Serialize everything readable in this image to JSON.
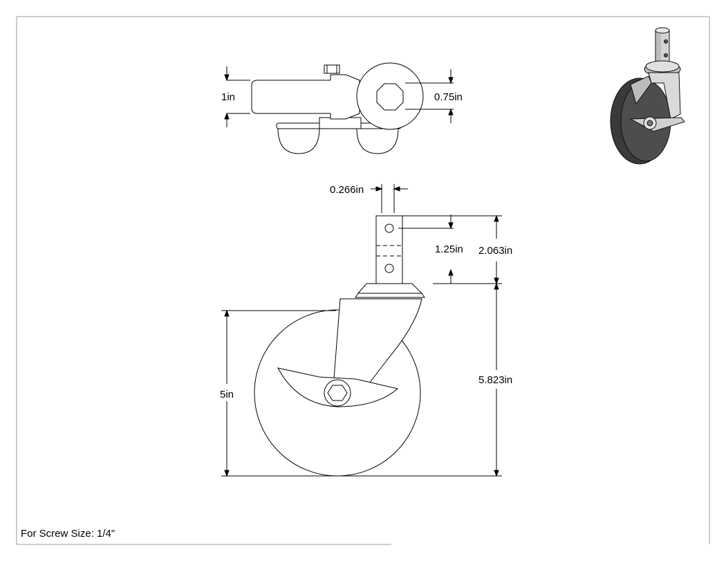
{
  "drawing": {
    "top_view": {
      "width_label": "1in",
      "hole_label": "0.75in"
    },
    "front_view": {
      "stem_width_label": "0.266in",
      "hole_spacing_label": "1.25in",
      "stem_height_label": "2.063in",
      "wheel_diameter_label": "5in",
      "overall_height_label": "5.823in"
    },
    "footer": {
      "screw_note": "For Screw Size: 1/4\""
    }
  },
  "colors": {
    "line": "#000000",
    "frame": "#9a9a9a",
    "wheel_fill": "#3a3a3a"
  }
}
